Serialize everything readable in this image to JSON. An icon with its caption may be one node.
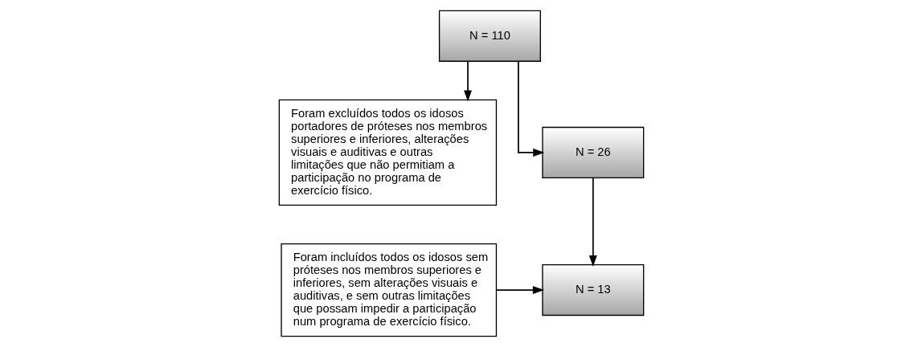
{
  "diagram": {
    "nodes": [
      {
        "text": [
          "N = 110"
        ]
      },
      {
        "text": [
          "Foram excluídos todos os idosos portadores de próteses nos membros superiores e inferiores, alterações visuais e auditivas e outras limitações que não permitiam a participação no programa de exercício físico."
        ]
      },
      {
        "text": [
          "N = 26"
        ]
      },
      {
        "text": [
          "Foram incluídos todos os idosos sem próteses nos membros superiores e inferiores, sem alterações visuais e auditivas, e sem outras limitações que possam impedir a participação num programa de exercício físico."
        ]
      },
      {
        "text": [
          "N = 13"
        ]
      }
    ],
    "edges": [
      {
        "from": 0,
        "to": 2,
        "arrow": "to"
      },
      {
        "from": 0,
        "to": 1,
        "arrow": "to"
      },
      {
        "from": 2,
        "to": 4,
        "arrow": "to"
      },
      {
        "from": 3,
        "to": 4,
        "arrow": "to"
      }
    ]
  }
}
